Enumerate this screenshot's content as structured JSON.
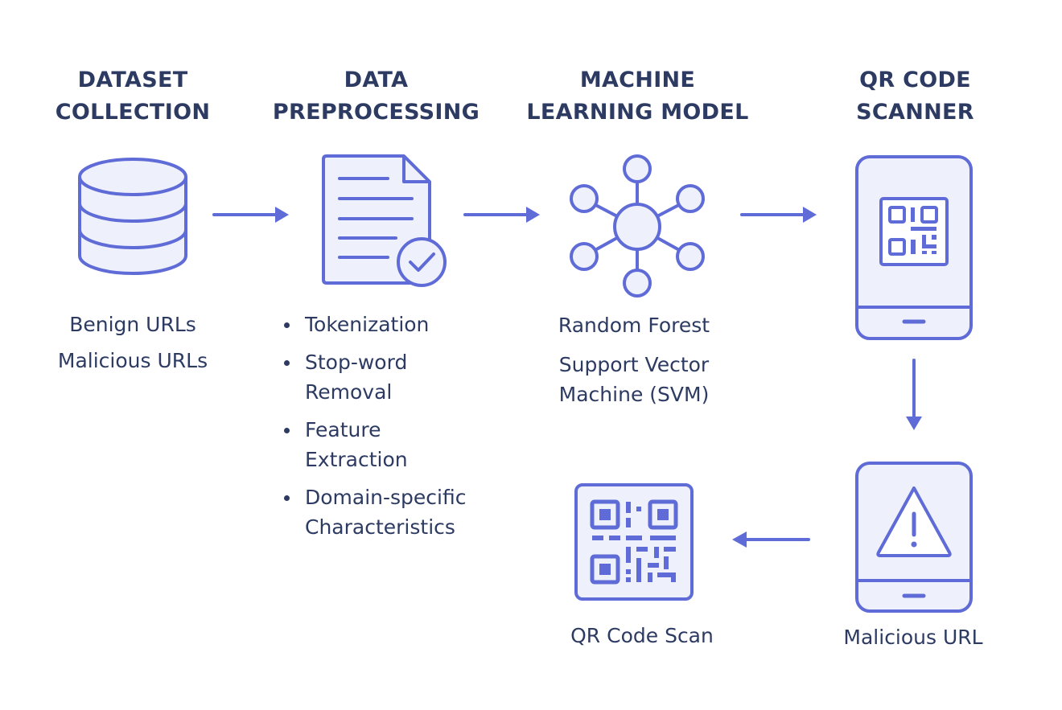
{
  "stages": {
    "dataset": {
      "heading": [
        "DATASET",
        "COLLECTION"
      ],
      "items": [
        "Benign URLs",
        "Malicious URLs"
      ]
    },
    "preprocessing": {
      "heading": [
        "DATA",
        "PREPROCESSING"
      ],
      "items": [
        "Tokenization",
        "Stop-word Removal",
        "Feature Extraction",
        "Domain-specific Characteristics"
      ]
    },
    "model": {
      "heading": [
        "MACHINE",
        "LEARNING MODEL"
      ],
      "items": [
        "Random Forest",
        "Support Vector Machine (SVM)"
      ]
    },
    "scanner": {
      "heading": [
        "QR CODE",
        "SCANNER"
      ]
    },
    "malicious": {
      "label": "Malicious URL"
    },
    "scan": {
      "label": "QR Code Scan"
    }
  },
  "colors": {
    "accent": "#5f6bd6",
    "fill": "#eef0fb",
    "text": "#2d3b63"
  },
  "icons": {
    "dataset": "database-icon",
    "preprocessing": "document-check-icon",
    "model": "network-node-icon",
    "scanner": "phone-qr-icon",
    "malicious": "phone-warning-icon",
    "scan": "qr-code-icon"
  }
}
